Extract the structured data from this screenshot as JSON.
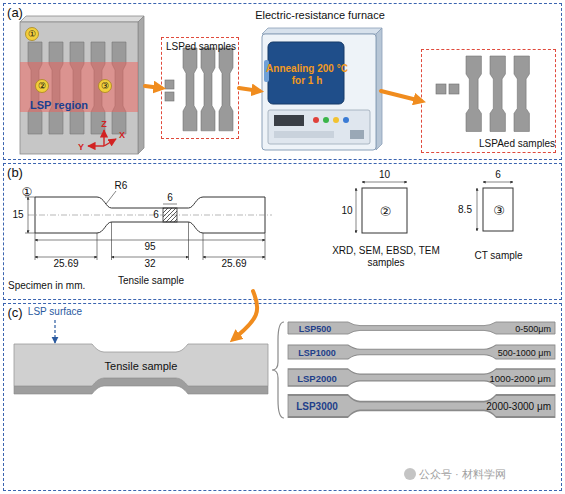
{
  "diagram": {
    "nodes": [
      {
        "text": [
          "(a)"
        ]
      },
      {
        "text": [
          "LSP region"
        ],
        "in": 0
      },
      {
        "text": [
          "LSPed samples"
        ],
        "in": 0
      },
      {
        "text": [
          "Electric-resistance furnace",
          "Annealing 200 °C for 1 h"
        ],
        "in": 0
      },
      {
        "text": [
          "LSPAed samples"
        ],
        "in": 0
      },
      {
        "text": [
          "(b)"
        ]
      },
      {
        "text": [
          "①",
          "Tensile sample"
        ],
        "in": 5
      },
      {
        "text": [
          "②",
          "XRD, SEM, EBSD, TEM samples"
        ],
        "in": 5
      },
      {
        "text": [
          "③",
          "CT sample"
        ],
        "in": 5
      },
      {
        "text": [
          "(c)"
        ]
      },
      {
        "text": [
          "Tensile sample"
        ],
        "in": 9
      },
      {
        "text": [
          "LSP500",
          "0-500μm"
        ],
        "in": 9
      },
      {
        "text": [
          "LSP1000",
          "500-1000 μm"
        ],
        "in": 9
      },
      {
        "text": [
          "LSP2000",
          "1000-2000 μm"
        ],
        "in": 9
      },
      {
        "text": [
          "LSP3000",
          "2000-3000 μm"
        ],
        "in": 9
      }
    ],
    "edges": [
      {
        "from": 1,
        "to": 2,
        "arrow": "to"
      },
      {
        "from": 2,
        "to": 3,
        "arrow": "to"
      },
      {
        "from": 3,
        "to": 4,
        "arrow": "to"
      },
      {
        "from": 6,
        "to": 10,
        "arrow": "to"
      }
    ],
    "labels": [
      "①",
      "②",
      "③",
      "Z",
      "Y",
      "X",
      "15",
      "R6",
      "6",
      "6",
      "25.69",
      "32",
      "25.69",
      "95",
      "Specimen in mm.",
      "10",
      "10",
      "6",
      "8.5",
      "LSP surface",
      "公众号 · 材料学网"
    ]
  }
}
